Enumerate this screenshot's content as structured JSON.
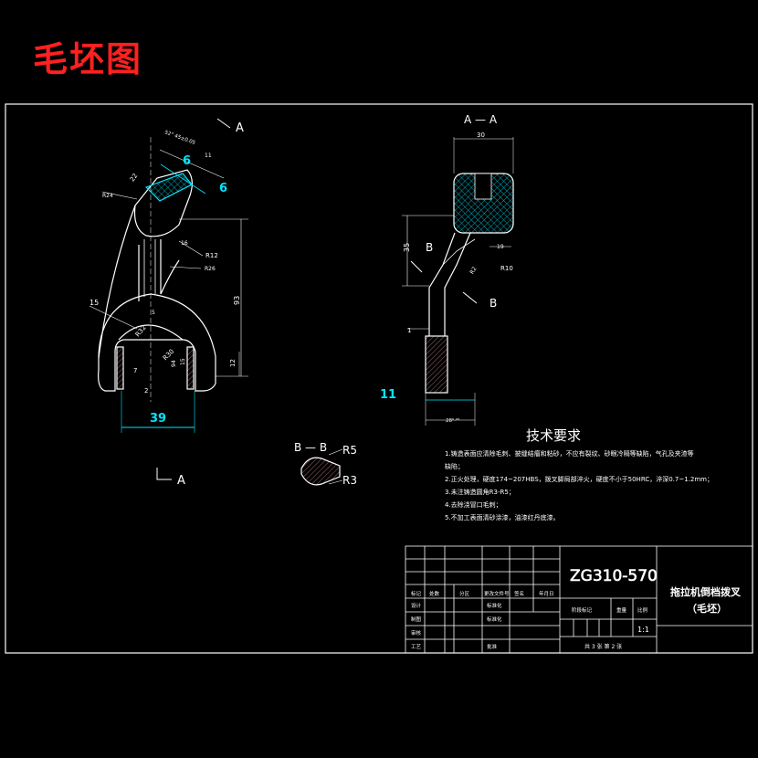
{
  "heading": "毛坯图",
  "views": {
    "section_aa": "A — A",
    "section_bb": "B — B",
    "arrow_a_top": "A",
    "arrow_a_bottom": "A",
    "arrow_b_left": "B",
    "arrow_b_right": "B"
  },
  "dims_front": {
    "d_39": "39",
    "d_6": "6",
    "d_6b": "6",
    "d_r12": "R12",
    "d_93": "93",
    "d_15": "15",
    "d_12": "12",
    "d_7": "7",
    "d_2": "2",
    "d_22": "22",
    "d_r24": "R24",
    "d_r26": "R26",
    "d_r32": "R32",
    "d_r30": "R30",
    "d_top": "52° 45±0.05",
    "d_41": "11",
    "d_16": "16",
    "d_5": "5",
    "d_15b": "15",
    "d_94": "94"
  },
  "dims_section": {
    "d_30": "30",
    "d_35": "35",
    "d_19": "19",
    "d_r10": "R10",
    "d_r5a": "R2",
    "d_1": "1",
    "d_11": "11",
    "d_bottom": "28⁰·⁰⁵"
  },
  "dims_bb": {
    "r5": "R5",
    "r3": "R3"
  },
  "tech": {
    "title": "技术要求",
    "items": [
      "1.铸造表面应清除毛刺、披缝结瘤和粘砂，不应有裂纹、砂眼冷隔等缺陷，气孔及夹渣等",
      "缺陷；",
      "2.正火处理，硬度174~207HBS，拨叉脚局部淬火，硬度不小于50HRC，淬深0.7~1.2mm；",
      "3.未注铸造圆角R3-R5；",
      "4.去除浇冒口毛刺；",
      "5.不加工表面清砂涂漆，油漆红丹底漆。"
    ]
  },
  "titleblock": {
    "material": "ZG310-570",
    "part_name": "拖拉机倒档拨叉",
    "part_sub": "（毛坯）",
    "row_labels": [
      "标记",
      "处数",
      "分区",
      "更改文件号",
      "签名",
      "年月日"
    ],
    "left_labels": [
      "设计",
      "制图",
      "审核",
      "工艺"
    ],
    "mid_labels": [
      "标准化",
      "标准化",
      "批准"
    ],
    "right_labels": [
      "阶段标记",
      "重量",
      "比例"
    ],
    "scale": "1:1",
    "sheet": "共 3 张  第 2 张"
  }
}
